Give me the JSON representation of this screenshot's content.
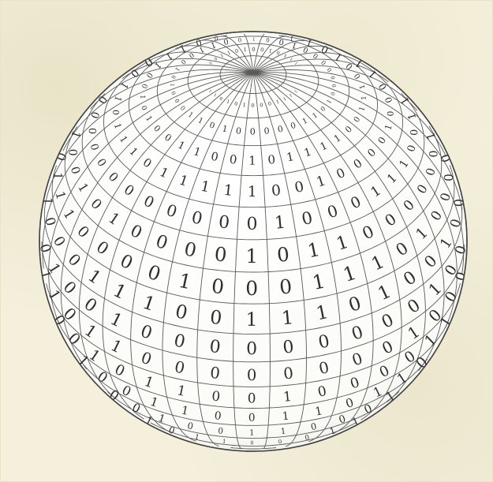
{
  "image": {
    "subject": "binary-sphere",
    "digits": [
      "0",
      "1"
    ],
    "colors": {
      "paper": "#f4f0dc",
      "sphere_fill": "#ffffff",
      "grid_line": "#5a5a5a",
      "digit": "#2f2f2f"
    },
    "grid": {
      "latitude_bands": 20,
      "longitude_sections": 36
    }
  }
}
